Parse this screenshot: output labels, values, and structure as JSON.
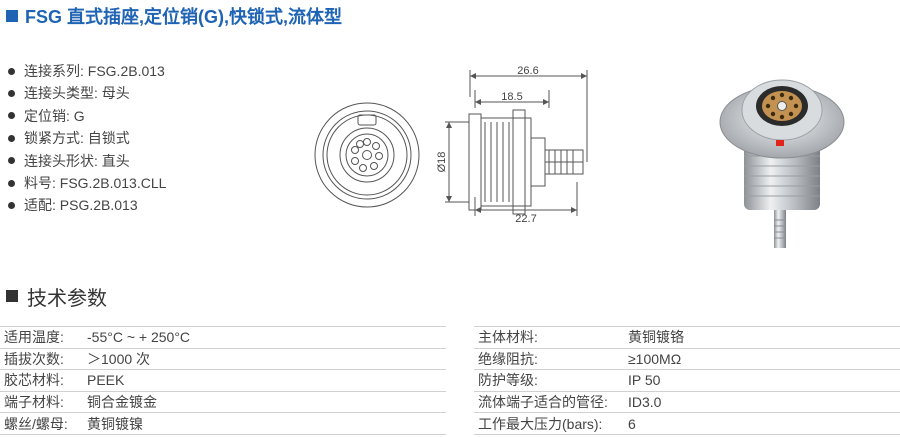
{
  "title": "FSG 直式插座,定位销(G),快锁式,流体型",
  "specs": [
    "连接系列: FSG.2B.013",
    "连接头类型: 母头",
    "定位销: G",
    "锁紧方式: 自锁式",
    "连接头形状: 直头",
    "料号: FSG.2B.013.CLL",
    "适配: PSG.2B.013"
  ],
  "drawing": {
    "dim_top": "26.6",
    "dim_mid": "18.5",
    "dim_bottom": "22.7",
    "dim_diameter": "Ø18"
  },
  "section2_title": "技术参数",
  "params_left": [
    {
      "k": "适用温度:",
      "v": "-55°C ~ + 250°C"
    },
    {
      "k": "插拔次数:",
      "v": "＞1000 次"
    },
    {
      "k": "胶芯材料:",
      "v": "PEEK"
    },
    {
      "k": "端子材料:",
      "v": "铜合金镀金"
    },
    {
      "k": "螺丝/螺母:",
      "v": "黄铜镀镍"
    }
  ],
  "params_right": [
    {
      "k": "主体材料:",
      "v": "黄铜镀铬"
    },
    {
      "k": "绝缘阻抗:",
      "v": "≥100MΩ"
    },
    {
      "k": "防护等级:",
      "v": "IP 50"
    },
    {
      "k": "流体端子适合的管径:",
      "v": "ID3.0"
    },
    {
      "k": "工作最大压力(bars):",
      "v": "6"
    }
  ],
  "colors": {
    "accent": "#1f64b4",
    "red_mark": "#e2231a"
  }
}
